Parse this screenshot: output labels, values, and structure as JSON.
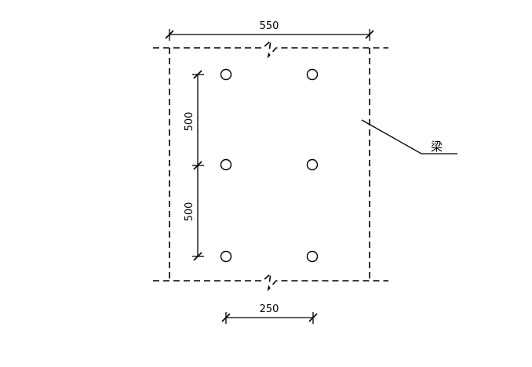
{
  "dimensions": {
    "top_width": "550",
    "vertical_spacing_upper": "500",
    "vertical_spacing_lower": "500",
    "horizontal_spacing": "250"
  },
  "leader_label": "梁",
  "holes": {
    "rows": 3,
    "columns": 2
  },
  "colors": {
    "line": "#000000",
    "background": "#ffffff"
  }
}
